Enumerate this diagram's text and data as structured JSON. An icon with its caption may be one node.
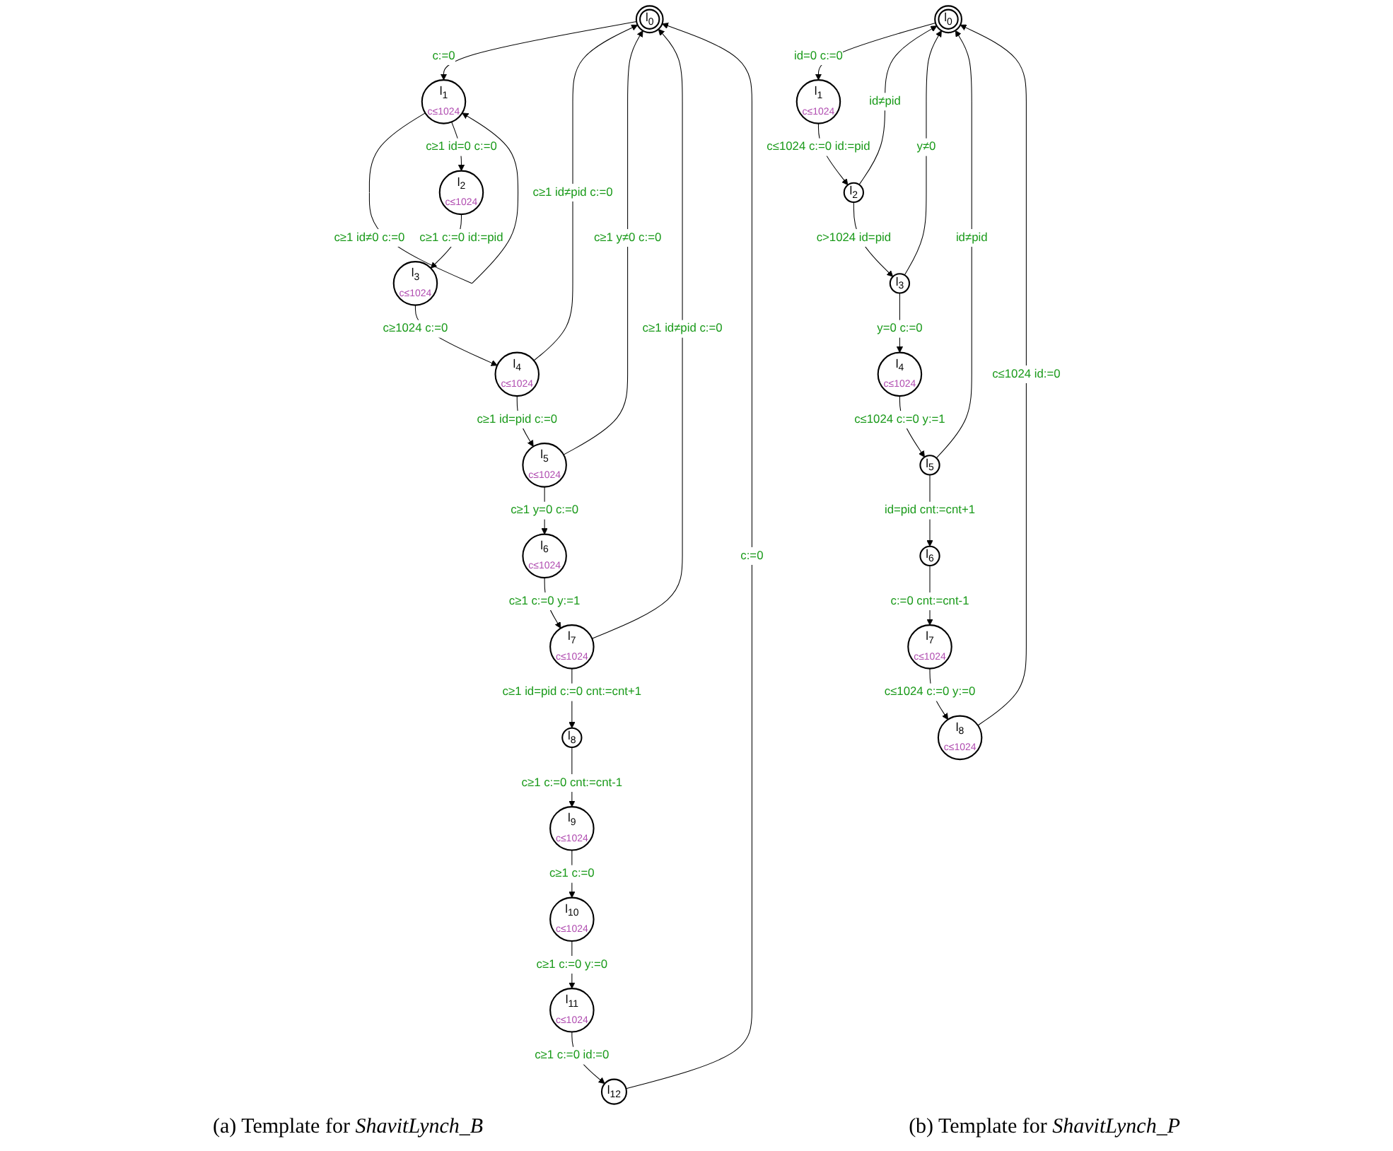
{
  "diagram": {
    "nodes": [
      {
        "text": [
          "l$_{0}$"
        ]
      },
      {
        "text": [
          "l$_{1}$",
          "c≤1024"
        ]
      },
      {
        "text": [
          "l$_{2}$",
          "c≤1024"
        ]
      },
      {
        "text": [
          "l$_{3}$",
          "c≤1024"
        ]
      },
      {
        "text": [
          "l$_{4}$",
          "c≤1024"
        ]
      },
      {
        "text": [
          "l$_{5}$",
          "c≤1024"
        ]
      },
      {
        "text": [
          "l$_{6}$",
          "c≤1024"
        ]
      },
      {
        "text": [
          "l$_{7}$",
          "c≤1024"
        ]
      },
      {
        "text": [
          "l$_{8}$"
        ]
      },
      {
        "text": [
          "l$_{9}$",
          "c≤1024"
        ]
      },
      {
        "text": [
          "l$_{10}$",
          "c≤1024"
        ]
      },
      {
        "text": [
          "l$_{11}$",
          "c≤1024"
        ]
      },
      {
        "text": [
          "l$_{12}$"
        ]
      },
      {
        "text": [
          "l$_{0}$"
        ]
      },
      {
        "text": [
          "l$_{1}$",
          "c≤1024"
        ]
      },
      {
        "text": [
          "l$_{2}$"
        ]
      },
      {
        "text": [
          "l$_{3}$"
        ]
      },
      {
        "text": [
          "l$_{4}$",
          "c≤1024"
        ]
      },
      {
        "text": [
          "l$_{5}$"
        ]
      },
      {
        "text": [
          "l$_{6}$"
        ]
      },
      {
        "text": [
          "l$_{7}$",
          "c≤1024"
        ]
      },
      {
        "text": [
          "l$_{8}$",
          "c≤1024"
        ]
      }
    ],
    "edges": [
      {
        "from": 12,
        "to": 0,
        "arrow": "to",
        "label": "c:=0"
      },
      {
        "from": 0,
        "to": 1,
        "arrow": "to",
        "label": "c:=0"
      },
      {
        "from": 1,
        "to": 1,
        "arrow": "to",
        "label": "c≥1 id≠0 c:=0"
      },
      {
        "from": 1,
        "to": 2,
        "arrow": "to",
        "label": "c≥1 id=0 c:=0"
      },
      {
        "from": 2,
        "to": 3,
        "arrow": "to",
        "label": "c≥1 c:=0 id:=pid"
      },
      {
        "from": 3,
        "to": 4,
        "arrow": "to",
        "label": "c≥1024 c:=0"
      },
      {
        "from": 4,
        "to": 0,
        "arrow": "to",
        "label": "c≥1 id≠pid c:=0"
      },
      {
        "from": 4,
        "to": 5,
        "arrow": "to",
        "label": "c≥1 id=pid c:=0"
      },
      {
        "from": 5,
        "to": 0,
        "arrow": "to",
        "label": "c≥1 y≠0 c:=0"
      },
      {
        "from": 5,
        "to": 6,
        "arrow": "to",
        "label": "c≥1 y=0 c:=0"
      },
      {
        "from": 6,
        "to": 7,
        "arrow": "to",
        "label": "c≥1 c:=0 y:=1"
      },
      {
        "from": 7,
        "to": 0,
        "arrow": "to",
        "label": "c≥1 id≠pid c:=0"
      },
      {
        "from": 7,
        "to": 8,
        "arrow": "to",
        "label": "c≥1 id=pid c:=0 cnt:=cnt+1"
      },
      {
        "from": 8,
        "to": 9,
        "arrow": "to",
        "label": "c≥1 c:=0 cnt:=cnt-1"
      },
      {
        "from": 9,
        "to": 10,
        "arrow": "to",
        "label": "c≥1 c:=0"
      },
      {
        "from": 10,
        "to": 11,
        "arrow": "to",
        "label": "c≥1 c:=0 y:=0"
      },
      {
        "from": 11,
        "to": 12,
        "arrow": "to",
        "label": "c≥1 c:=0 id:=0"
      },
      {
        "from": 21,
        "to": 13,
        "arrow": "to",
        "label": "c≤1024 id:=0"
      },
      {
        "from": 13,
        "to": 14,
        "arrow": "to",
        "label": "id=0 c:=0"
      },
      {
        "from": 14,
        "to": 15,
        "arrow": "to",
        "label": "c≤1024 c:=0 id:=pid"
      },
      {
        "from": 15,
        "to": 13,
        "arrow": "to",
        "label": "id≠pid"
      },
      {
        "from": 15,
        "to": 16,
        "arrow": "to",
        "label": "c>1024 id=pid"
      },
      {
        "from": 16,
        "to": 13,
        "arrow": "to",
        "label": "y≠0"
      },
      {
        "from": 16,
        "to": 17,
        "arrow": "to",
        "label": "y=0 c:=0"
      },
      {
        "from": 17,
        "to": 18,
        "arrow": "to",
        "label": "c≤1024 c:=0 y:=1"
      },
      {
        "from": 18,
        "to": 13,
        "arrow": "to",
        "label": "id≠pid"
      },
      {
        "from": 18,
        "to": 19,
        "arrow": "to",
        "label": "id=pid cnt:=cnt+1"
      },
      {
        "from": 19,
        "to": 20,
        "arrow": "to",
        "label": "c:=0 cnt:=cnt-1"
      },
      {
        "from": 20,
        "to": 21,
        "arrow": "to",
        "label": "c≤1024 c:=0 y:=0"
      }
    ],
    "labels": [
      "(a) Template for *ShavitLynch_B*",
      "(b) Template for *ShavitLynch_P*"
    ]
  }
}
